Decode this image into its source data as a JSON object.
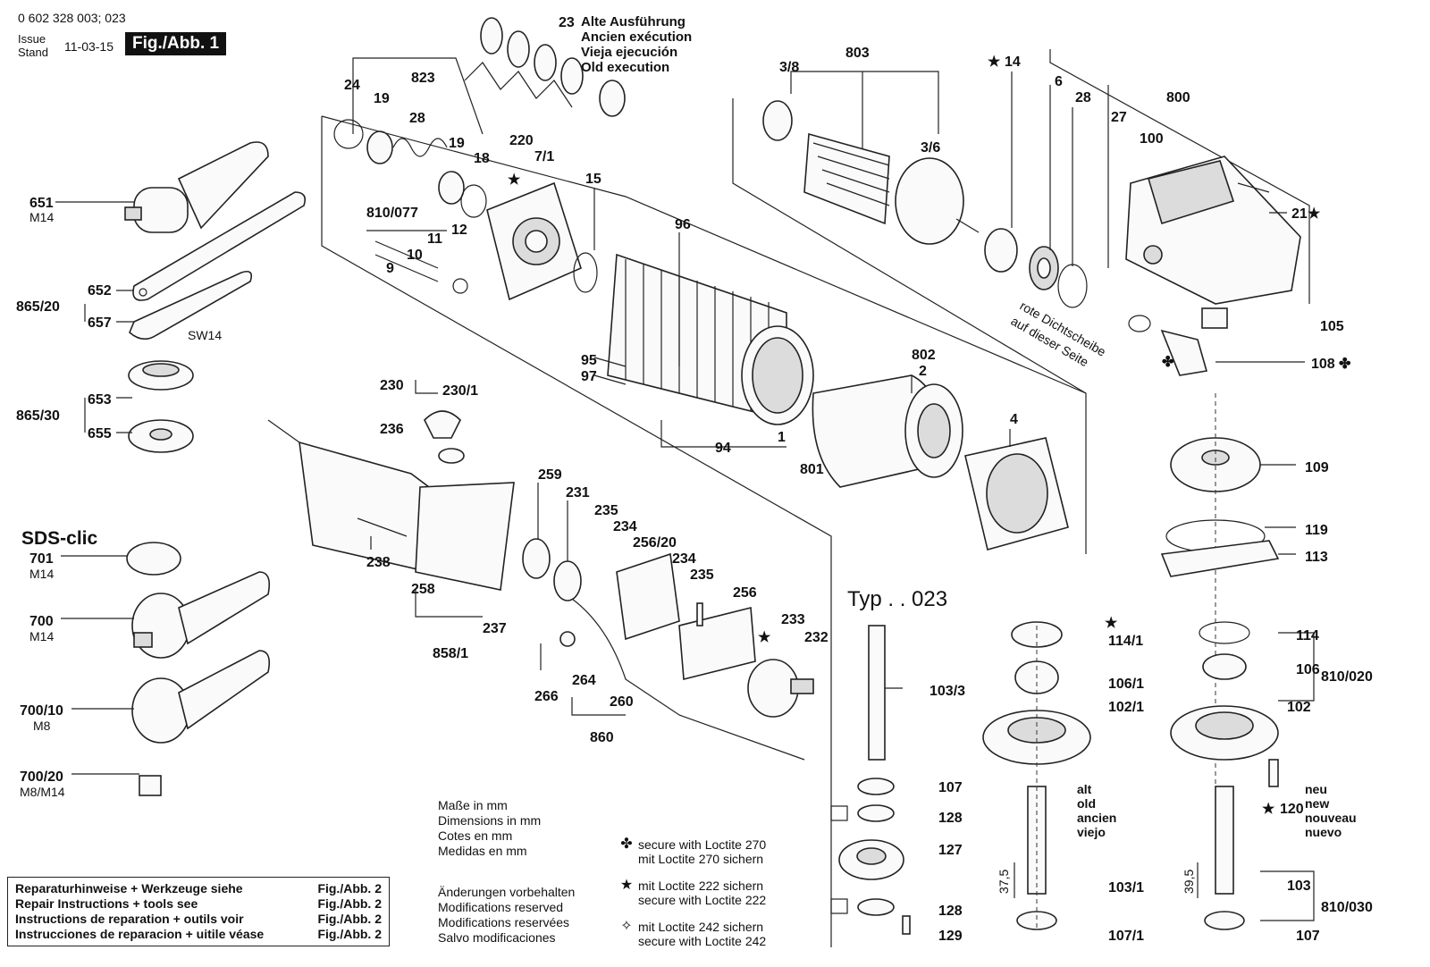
{
  "header": {
    "part_number": "0 602 328 003; 023",
    "issue_label": "Issue",
    "stand_label": "Stand",
    "issue_date": "11-03-15",
    "figure": "Fig./Abb. 1"
  },
  "old_execution": [
    "Alte Ausführung",
    "Ancien exécution",
    "Vieja ejecución",
    "Old execution"
  ],
  "type_label": "Typ . . 023",
  "sds_label": "SDS-clic",
  "labels": [
    "23",
    "823",
    "24",
    "19",
    "28",
    "19",
    "18",
    "220",
    "7/1",
    "15",
    "810/077",
    "12",
    "11",
    "10",
    "9",
    "651",
    "M14",
    "652",
    "865/20",
    "657",
    "SW14",
    "653",
    "865/30",
    "655",
    "701",
    "M14",
    "700",
    "M14",
    "700/10",
    "M8",
    "700/20",
    "M8/M14",
    "3/8",
    "803",
    "3/6",
    "14",
    "6",
    "28",
    "27",
    "800",
    "100",
    "21",
    "105",
    "108",
    "109",
    "119",
    "113",
    "96",
    "95",
    "97",
    "94",
    "1",
    "801",
    "802",
    "2",
    "4",
    "230",
    "230/1",
    "236",
    "259",
    "231",
    "235",
    "234",
    "256/20",
    "234",
    "235",
    "256",
    "233",
    "232",
    "238",
    "258",
    "237",
    "858/1",
    "266",
    "264",
    "260",
    "860",
    "103/3",
    "107",
    "128",
    "127",
    "128",
    "129",
    "114/1",
    "106/1",
    "102/1",
    "103/1",
    "107/1",
    "37,5",
    "114",
    "106",
    "810/020",
    "102",
    "120",
    "103",
    "810/030",
    "107",
    "39,5"
  ],
  "gasket_note": [
    "rote Dichtscheibe",
    "auf dieser Seite"
  ],
  "alt_label": [
    "alt",
    "old",
    "ancien",
    "viejo"
  ],
  "neu_label": [
    "neu",
    "new",
    "nouveau",
    "nuevo"
  ],
  "dimensions_note": [
    "Maße in mm",
    "Dimensions in mm",
    "Cotes en mm",
    "Medidas en mm"
  ],
  "changes_note": [
    "Änderungen vorbehalten",
    "Modifications reserved",
    "Modifications reservées",
    "Salvo modificaciones"
  ],
  "loctite_legend": [
    {
      "symbol": "✤",
      "lines": [
        "secure with Loctite 270",
        "mit Loctite 270 sichern"
      ]
    },
    {
      "symbol": "★",
      "lines": [
        "mit Loctite 222 sichern",
        "secure with Loctite 222"
      ]
    },
    {
      "symbol": "✧",
      "lines": [
        "mit Loctite 242 sichern",
        "secure with Loctite 242"
      ]
    }
  ],
  "repair_box": [
    {
      "text": "Reparaturhinweise + Werkzeuge siehe",
      "ref": "Fig./Abb. 2"
    },
    {
      "text": "Repair Instructions + tools see",
      "ref": "Fig./Abb. 2"
    },
    {
      "text": "Instructions de reparation + outils voir",
      "ref": "Fig./Abb. 2"
    },
    {
      "text": "Instrucciones de reparacion + uitile véase",
      "ref": "Fig./Abb. 2"
    }
  ]
}
